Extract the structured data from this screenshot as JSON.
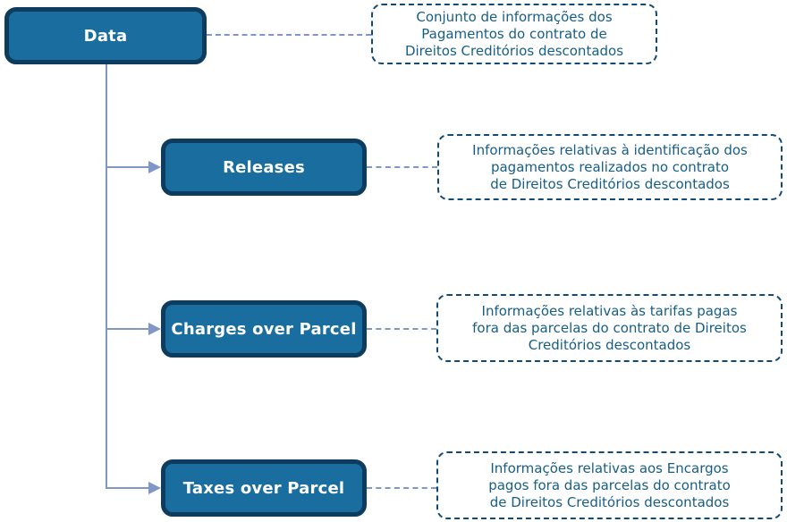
{
  "diagram": {
    "type": "tree",
    "root": {
      "label": "Data",
      "note": "Conjunto de informações dos\nPagamentos do contrato de\nDireitos Creditórios descontados"
    },
    "children": [
      {
        "label": "Releases",
        "note": "Informações relativas à identificação dos\npagamentos realizados no contrato\nde Direitos Creditórios descontados"
      },
      {
        "label": "Charges over Parcel",
        "note": "Informações relativas às tarifas pagas\nfora das parcelas do contrato de Direitos\nCreditórios descontados"
      },
      {
        "label": "Taxes over Parcel",
        "note": "Informações relativas aos Encargos\npagos fora das parcelas do contrato\nde Direitos Creditórios descontados"
      }
    ],
    "colors": {
      "node_fill": "#1a6e9f",
      "node_border": "#0d3c5e",
      "node_text": "#ffffff",
      "note_border": "#0f4a78",
      "note_text": "#175e86",
      "connector": "#7e96c8",
      "background": "#ffffff"
    }
  }
}
